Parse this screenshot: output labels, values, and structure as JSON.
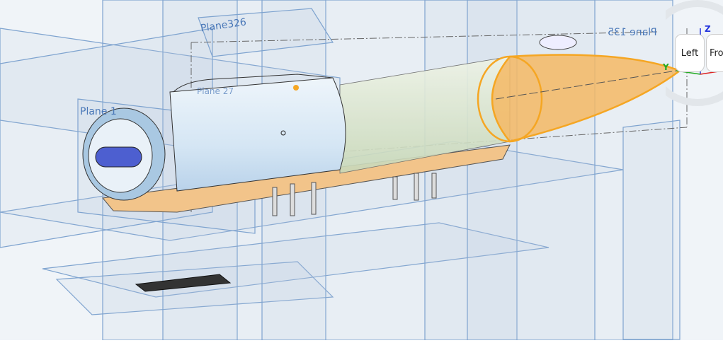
{
  "viewport": {
    "planes": [
      "Plane 1",
      "Plane326",
      "Plane 27",
      "Plane 135"
    ]
  },
  "viewcube": {
    "faces": {
      "left": "Left",
      "front": "Front"
    },
    "axes": {
      "z": "Z",
      "y": "Y"
    }
  },
  "colors": {
    "plane": "#4a78b8",
    "selection": "#f5a623",
    "body": "#cfe3f3",
    "axis_z": "#2233dd",
    "axis_y": "#22aa22",
    "axis_x": "#dd2222"
  }
}
